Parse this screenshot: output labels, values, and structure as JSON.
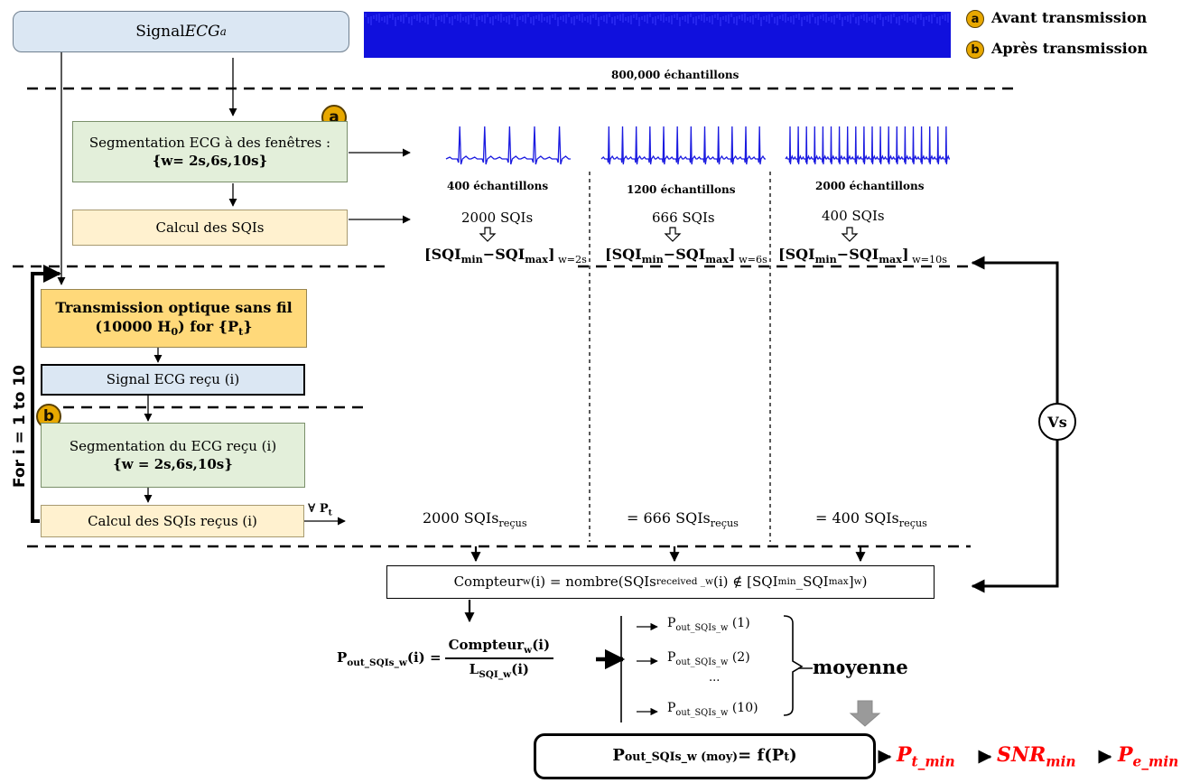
{
  "legend": [
    {
      "badge": "a",
      "label": "Avant transmission"
    },
    {
      "badge": "b",
      "label": "Après transmission"
    }
  ],
  "input_box": {
    "prefix": "Signal ",
    "var": "ECG",
    "sub": "a"
  },
  "full_signal_caption": "800,000 échantillons",
  "seg_box": {
    "line1": "Segmentation ECG à des fenêtres :",
    "line2": "{w= 2s,6s,10s}"
  },
  "calc_box": "Calcul des SQIs",
  "loop_label": "For i = 1 to 10",
  "trans_box": {
    "line1": "Transmission optique sans fil",
    "line2_pre": "(10000 H",
    "line2_sub": "0",
    "line2_post": ") for {P",
    "line2_sub2": "t",
    "line2_end": "}"
  },
  "recv_box": "Signal ECG reçu (i)",
  "seg_recv_box": {
    "line1": "Segmentation du ECG  reçu (i)",
    "line2": "{w = 2s,6s,10s}"
  },
  "calc_recv_box": "Calcul des SQIs reçus (i)",
  "forall": {
    "sym": "∀ P",
    "sub": "t"
  },
  "windows": [
    {
      "samples": "400 échantillons",
      "sqis": "2000 SQIs",
      "w_sub": "w=2s",
      "received": "2000  SQIs",
      "received_prefix": ""
    },
    {
      "samples": "1200 échantillons",
      "sqis": "666 SQIs",
      "w_sub": "w=6s",
      "received": "666 SQIs",
      "received_prefix": "= "
    },
    {
      "samples": "2000 échantillons",
      "sqis": "400 SQIs",
      "w_sub": "w=10s",
      "received": "400 SQIs",
      "received_prefix": "= "
    }
  ],
  "received_sub": "reçus",
  "sqi_min": "SQI",
  "sqi_min_sub": "min",
  "sqi_max_sub": "max",
  "vs_label": "Vs",
  "counter_box": {
    "a": "Compteur",
    "b": "w",
    "c": " (i) = nombre(SQIs",
    "d": "received _w",
    "e": "(i) ∉ [SQI",
    "f": "min",
    "g": " _SQI",
    "h": "max",
    "i": "] ",
    "j": "w",
    "k": ")"
  },
  "pout_formula": {
    "lhs": "P",
    "lhs_sub": "out_SQIs_w",
    "lhs_arg": "(i) =",
    "num": "Compteur",
    "num_sub": "w",
    "num_arg": "(i)",
    "den": "L",
    "den_sub": "SQI_w",
    "den_arg": "(i)"
  },
  "pout_list": {
    "p": "P",
    "sub": "out_SQIs_w",
    "items": [
      "(1)",
      "(2)",
      "...",
      "(10)"
    ]
  },
  "moyenne": "moyenne",
  "result_box": {
    "p": "P",
    "sub": "out_SQIs_w (moy)",
    "rhs": " = f(P",
    "rhs_sub": "t",
    "rhs_end": ")"
  },
  "outputs": [
    {
      "base": "P",
      "sub": "t_min"
    },
    {
      "base": "SNR",
      "sub": "min"
    },
    {
      "base": "P",
      "sub": "e_min"
    }
  ],
  "colors": {
    "signal": "#1010dd",
    "badge": "#e8a800",
    "output_red": "#ff0000"
  }
}
